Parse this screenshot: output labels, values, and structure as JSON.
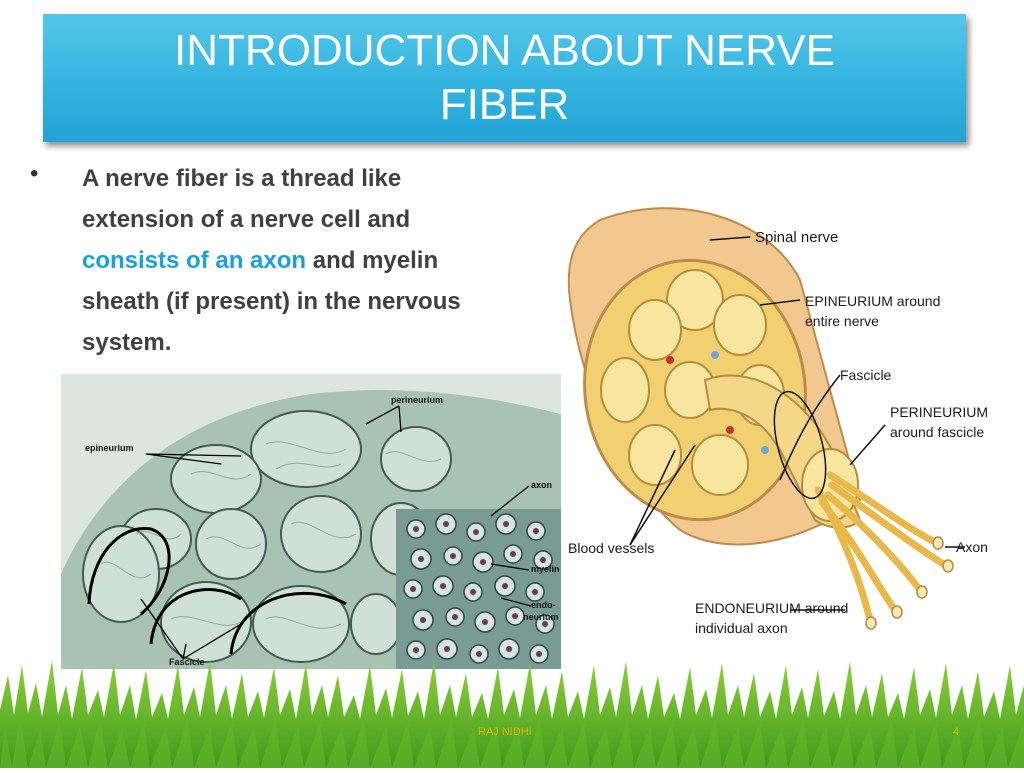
{
  "slide": {
    "title": "INTRODUCTION ABOUT NERVE FIBER",
    "bullet": {
      "marker": "•",
      "text_part1": "A nerve fiber is a thread like extension of a nerve cell and ",
      "highlight": "consists of an axon",
      "text_part2": " and myelin sheath   (if present) in the nervous system."
    },
    "footer": {
      "author": "RAJ NIDHI",
      "page_number": "4"
    },
    "colors": {
      "title_bg": "#33b4e0",
      "highlight": "#1ba1d8",
      "footer": "#e3b100"
    }
  },
  "histology_image": {
    "labels": {
      "perineurium": "perineurium",
      "epineurium": "epineurium",
      "axon": "axon",
      "myelin": "myelin",
      "endo1": "endo-",
      "endo2": "neurium",
      "fascicle": "Fascicle"
    }
  },
  "nerve_diagram": {
    "labels": {
      "spinal_nerve": "Spinal nerve",
      "epi1": "EPINEURIUM around",
      "epi2": "entire nerve",
      "fascicle": "Fascicle",
      "peri1": "PERINEURIUM",
      "peri2": "around fascicle",
      "blood_vessels": "Blood vessels",
      "axon": "Axon",
      "endo1": "ENDONEURIUM around",
      "endo2": "individual axon"
    }
  }
}
